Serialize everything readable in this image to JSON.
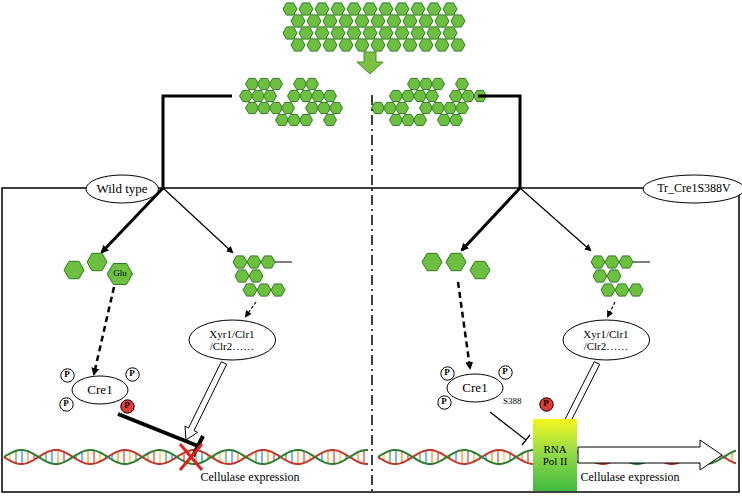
{
  "diagram": {
    "nodes": [
      {
        "text": [
          "Wild type"
        ]
      },
      {
        "text": [
          "Glu"
        ]
      },
      {
        "text": [
          "P"
        ]
      },
      {
        "text": [
          "P"
        ]
      },
      {
        "text": [
          "P"
        ]
      },
      {
        "text": [
          "P"
        ]
      },
      {
        "text": [
          "Cre1"
        ]
      },
      {
        "text": [
          "Xyr1/Clr1 /Clr2……"
        ]
      },
      {
        "text": [
          "Tr_Cre1S388V"
        ]
      },
      {
        "text": [
          "P"
        ]
      },
      {
        "text": [
          "P"
        ]
      },
      {
        "text": [
          "P"
        ]
      },
      {
        "text": [
          "Cre1"
        ]
      },
      {
        "text": [
          "P"
        ]
      },
      {
        "text": [
          "Xyr1/Clr1 /Clr2……"
        ]
      },
      {
        "text": [
          "RNA Pol II"
        ]
      }
    ],
    "edges": [
      {
        "from": 1,
        "to": 6,
        "arrow": "to"
      }
    ],
    "labels": [
      "Cellulase expression",
      "S388",
      "Cellulase expression"
    ]
  }
}
